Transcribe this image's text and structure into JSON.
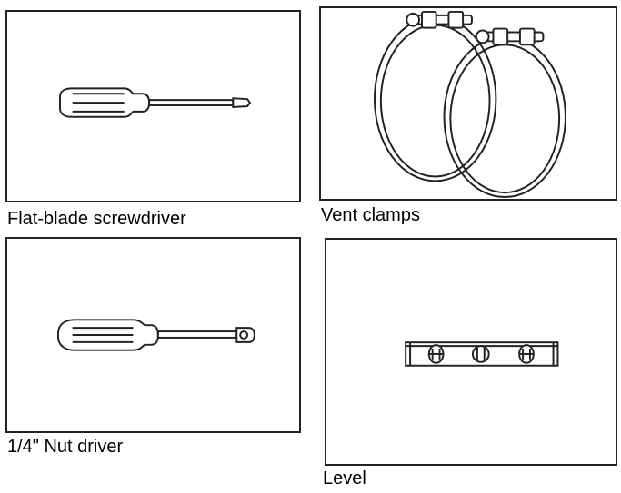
{
  "tools": [
    {
      "id": "flat-blade-screwdriver",
      "caption": "Flat-blade screwdriver",
      "icon": "flat-blade-screwdriver-icon"
    },
    {
      "id": "vent-clamps",
      "caption": "Vent clamps",
      "icon": "vent-clamps-icon"
    },
    {
      "id": "nut-driver",
      "caption": "1/4\" Nut driver",
      "icon": "nut-driver-icon"
    },
    {
      "id": "level",
      "caption": "Level",
      "icon": "level-icon"
    }
  ],
  "colors": {
    "stroke": "#222222",
    "background": "#ffffff",
    "handle": "#ffffff"
  }
}
